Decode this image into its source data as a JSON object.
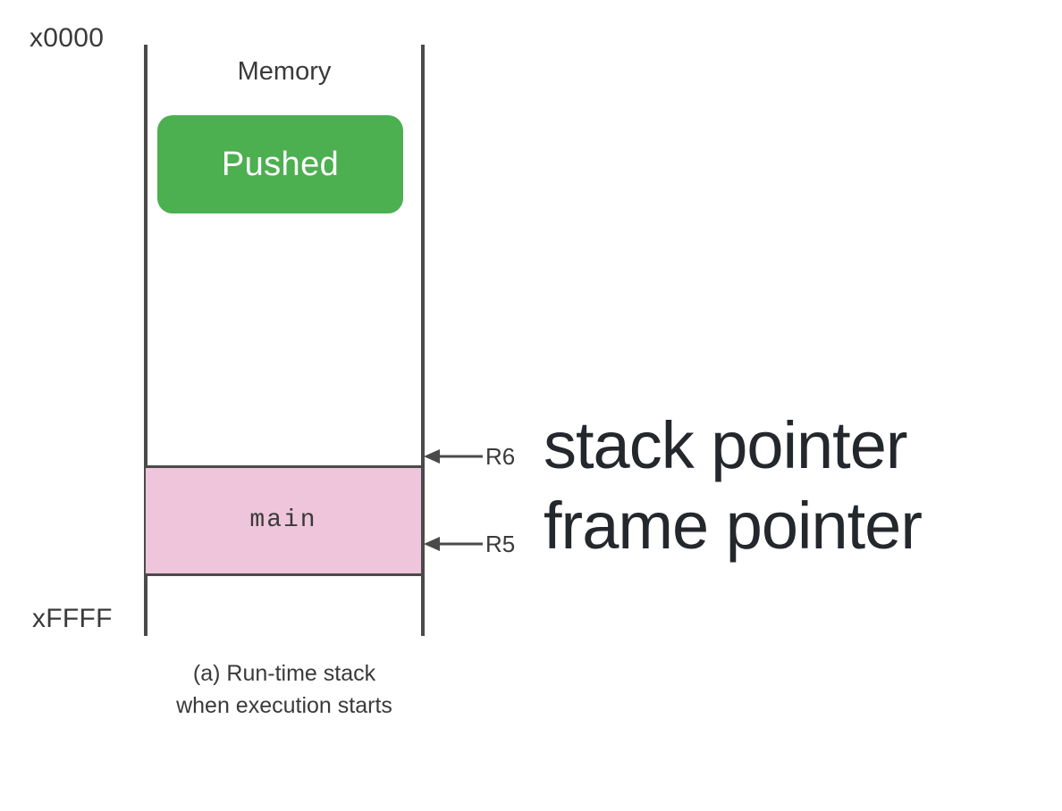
{
  "diagram": {
    "title": "(a) Run-time stack when execution starts",
    "memory_label": "Memory",
    "address_top": "x0000",
    "address_bottom": "xFFFF",
    "colors": {
      "pushed_fill": "#4caf50",
      "pushed_text": "#ffffff",
      "frame_fill": "#eec5da",
      "rail": "#4a4a4a",
      "text": "#3a3a3a",
      "annotation_text": "#24282c"
    },
    "blocks": [
      {
        "id": "pushed",
        "label": "Pushed",
        "fill": "#4caf50",
        "text_color": "#ffffff"
      },
      {
        "id": "main-frame",
        "label": "main",
        "fill": "#eec5da",
        "text_color": "#3a3a3a"
      }
    ],
    "pointers": [
      {
        "id": "r6",
        "register": "R6",
        "annotation": "stack pointer",
        "points_to": "top of main frame"
      },
      {
        "id": "r5",
        "register": "R5",
        "annotation": "frame pointer",
        "points_to": "base of main frame"
      }
    ],
    "caption": {
      "line1": "(a) Run-time stack",
      "line2": "when execution starts"
    }
  }
}
